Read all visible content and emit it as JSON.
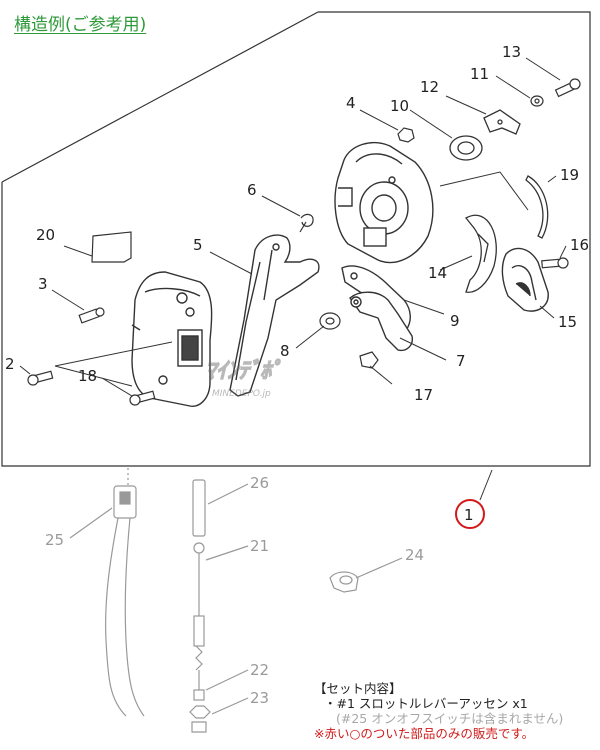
{
  "title": "構造例(ご参考用)",
  "watermark": "MINEDEPO.jp",
  "part_numbers": [
    "1",
    "2",
    "3",
    "4",
    "5",
    "6",
    "7",
    "8",
    "9",
    "10",
    "11",
    "12",
    "13",
    "14",
    "15",
    "16",
    "17",
    "18",
    "19",
    "20",
    "21",
    "22",
    "23",
    "24",
    "25",
    "26"
  ],
  "highlight_color": "#d21a1a",
  "set_contents": {
    "heading": "【セット内容】",
    "item": "・#1 スロットルレバーアッセン x1",
    "excluded_note": "(#25 オンオフスイッチは含まれません)",
    "sale_note": "※赤い○のついた部品のみの販売です。"
  }
}
